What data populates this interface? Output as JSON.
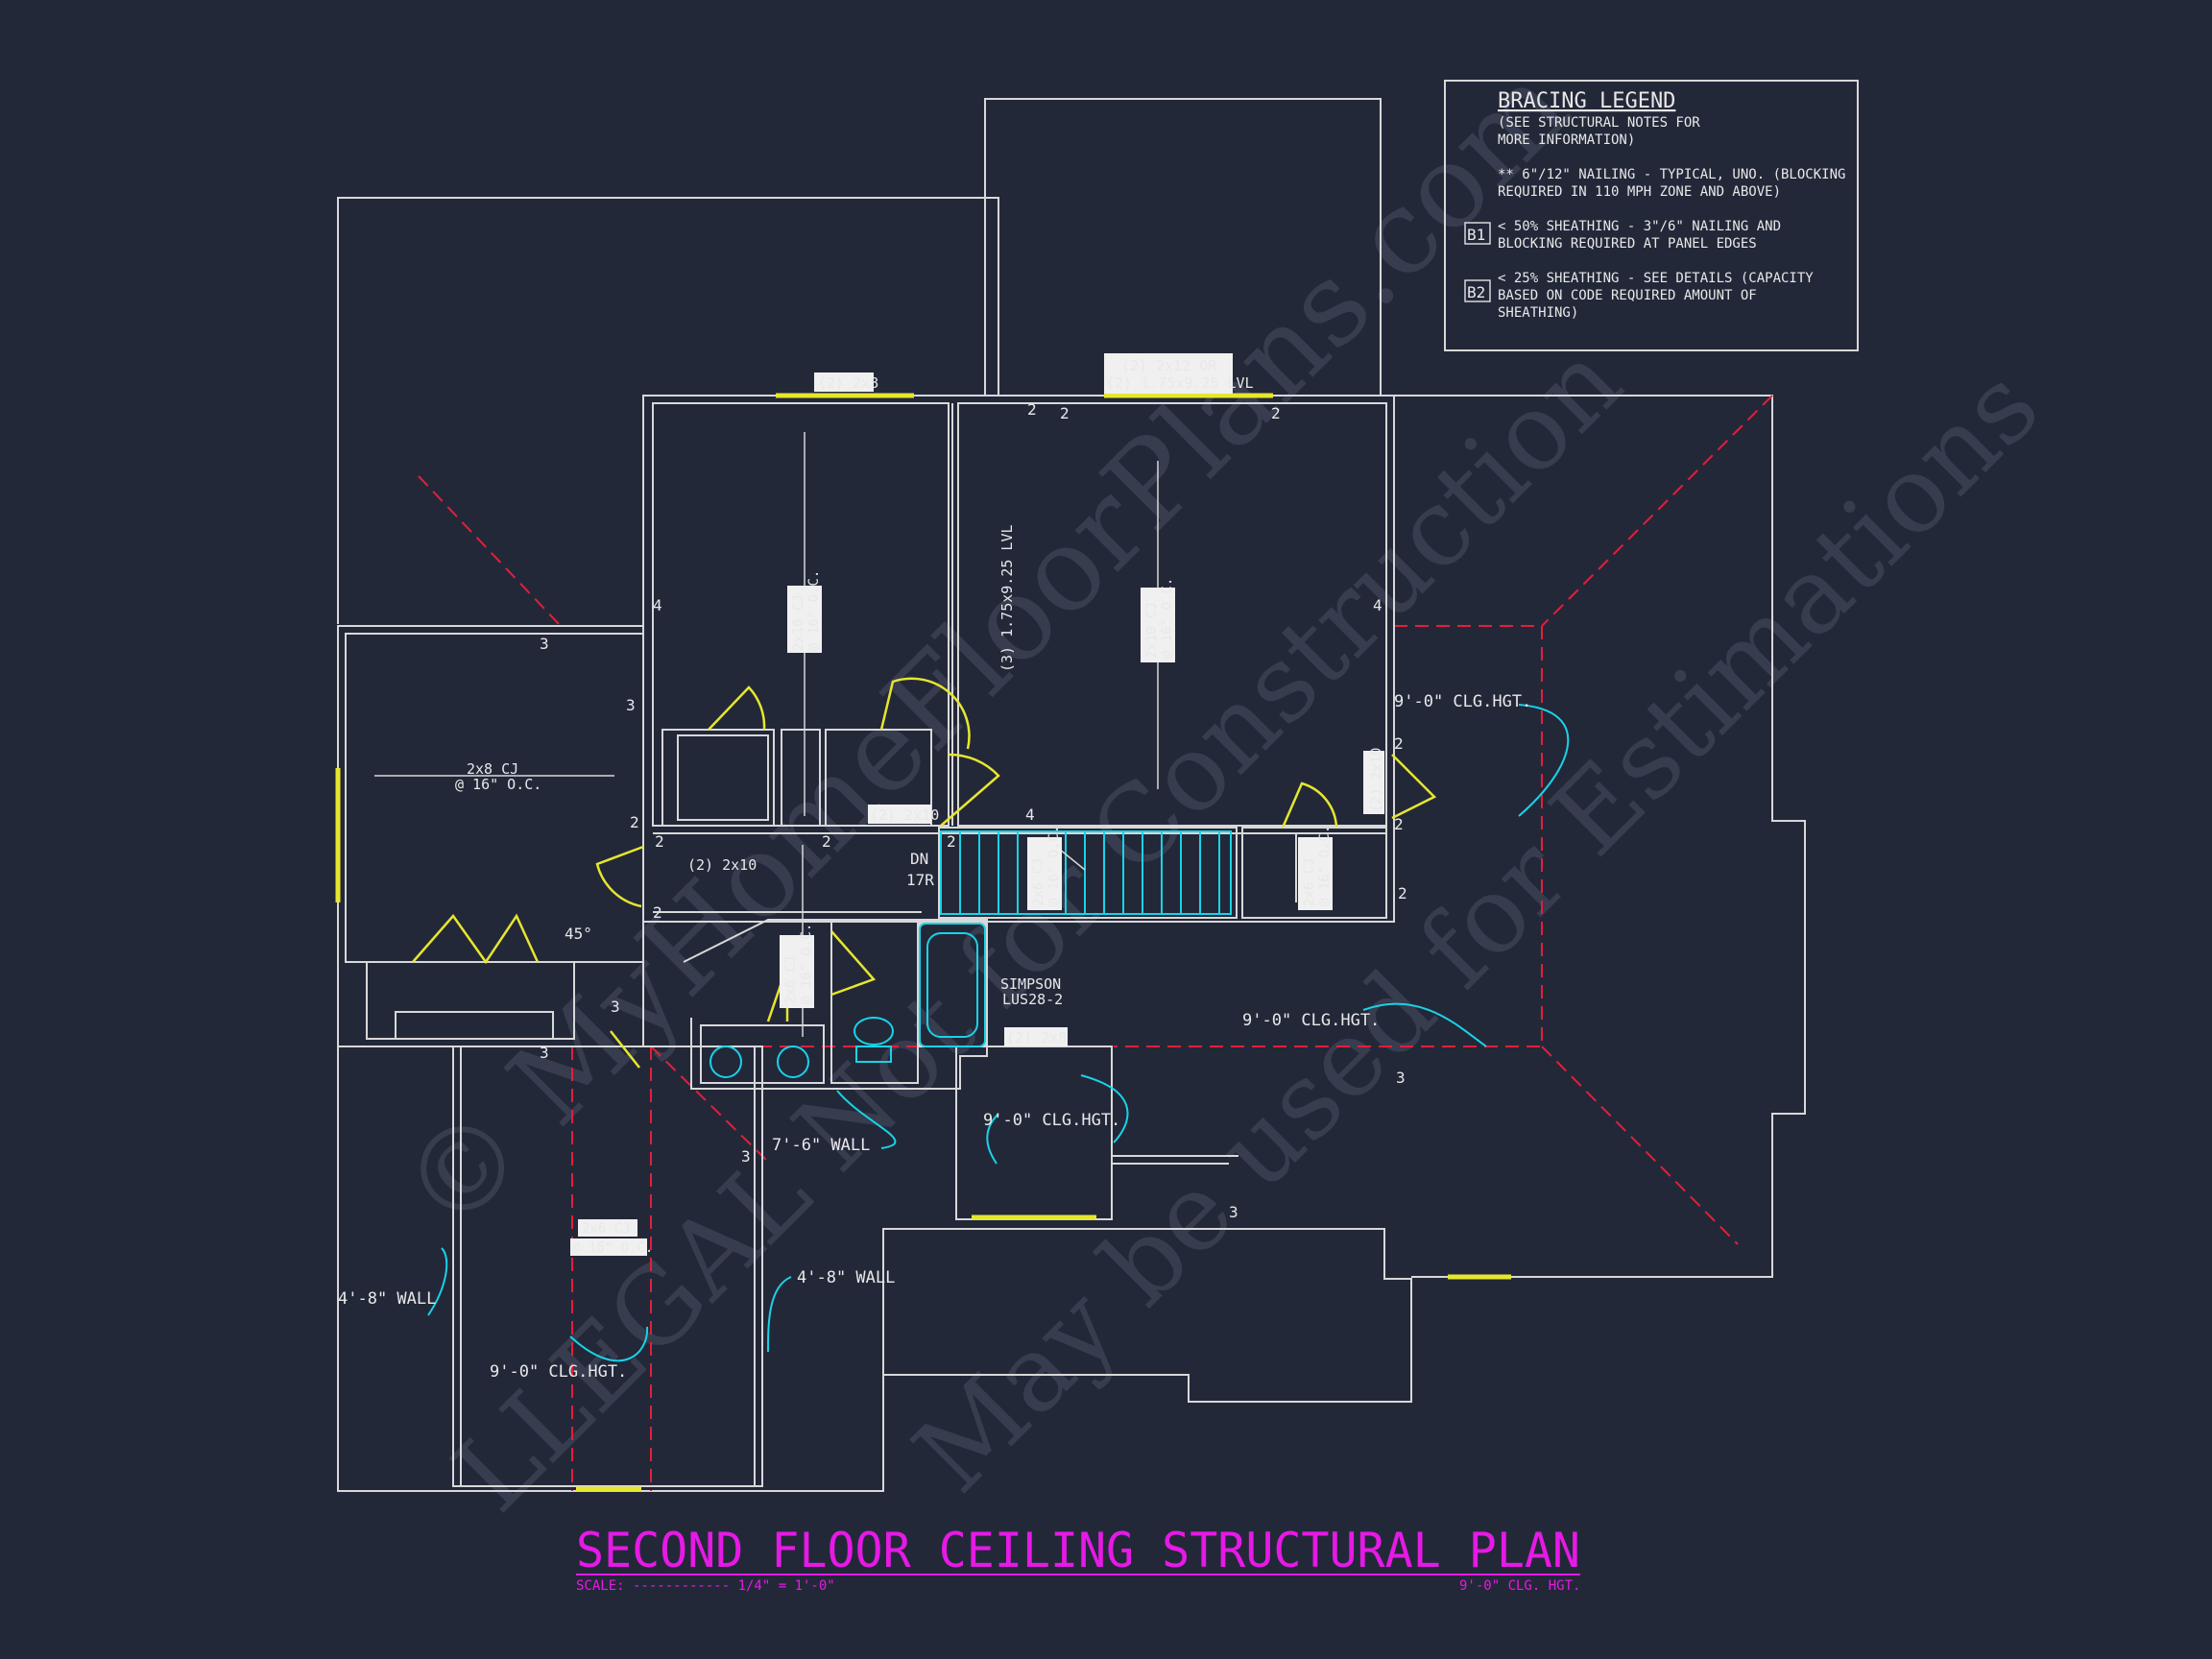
{
  "colors": {
    "background": "#232839",
    "wall": "#d8d8d8",
    "header_yellow": "#e6e62e",
    "hip_red": "#e0203a",
    "callout_cyan": "#19d3e6",
    "title_magenta": "#e619e6",
    "watermark": "#3a3f52"
  },
  "legend": {
    "title": "BRACING LEGEND",
    "note_line1": "(SEE STRUCTURAL NOTES FOR",
    "note_line2": "MORE INFORMATION)",
    "item1_line1": "** 6\"/12\" NAILING - TYPICAL, UNO. (BLOCKING",
    "item1_line2": "REQUIRED IN 110 MPH ZONE AND ABOVE)",
    "b1_tag": "B1",
    "b1_line1": "< 50% SHEATHING - 3\"/6\" NAILING AND",
    "b1_line2": "BLOCKING REQUIRED AT PANEL EDGES",
    "b2_tag": "B2",
    "b2_line1": "< 25% SHEATHING - SEE DETAILS (CAPACITY",
    "b2_line2": "BASED ON CODE REQUIRED AMOUNT OF",
    "b2_line3": "SHEATHING)"
  },
  "labels": {
    "hdr_2x8_top": "(2) 2x8",
    "hdr_2x12_l1": "(2) 2x12 OR",
    "hdr_2x12_l2": "(2) 1.75x9.25 LVL",
    "lvl_beam": "(3) 1.75x9.25 LVL",
    "cj_left_l1": "2x8 CJ",
    "cj_left_l2": "@ 16\" O.C.",
    "cj_2x10_a": "2x10 CJ",
    "cj_2x10_a2": "@ 16\" O.C.",
    "cj_2x10_b": "2x10 CJ",
    "cj_2x10_b2": "@ 16\" O.C.",
    "hdr_2x10_mid": "(2) 2x10",
    "hdr_2x10_hall": "(2) 2x10",
    "hdr_2x10_right": "(2) 2x10",
    "cj_2x6_stair": "2x6 CJ",
    "cj_2x6_stair2": "@ 16\" O.C.",
    "cj_2x6_right": "2x6 CJ",
    "cj_2x6_right2": "@ 16\" O.C.",
    "cj_2x6_bath": "2x6 CJ",
    "cj_2x6_bath2": "@ 16\" O.C.",
    "stair_dn": "DN",
    "stair_tr": "17R",
    "angle": "45°",
    "simpson_l1": "SIMPSON",
    "simpson_l2": "LUS28-2",
    "hdr_2x8_bath": "(2) 2x8",
    "clg_right_top": "9'-0\" CLG.HGT.",
    "clg_right_mid": "9'-0\" CLG.HGT.",
    "clg_mid": "9'-0\" CLG.HGT.",
    "wall_7_6": "7'-6\" WALL",
    "wall_4_8_left": "4'-8\" WALL",
    "wall_4_8_mid": "4'-8\" WALL",
    "cj_2x6_bottom": "2x6 CJ",
    "cj_2x6_bottom2": "@ 16\" O.C.",
    "clg_bottom": "9'-0\" CLG.HGT.",
    "n2": "2",
    "n3": "3",
    "n4": "4"
  },
  "title": {
    "main": "SECOND FLOOR CEILING STRUCTURAL PLAN",
    "scale": "SCALE: ------------ 1/4\" = 1'-0\"",
    "height": "9'-0\" CLG. HGT."
  },
  "watermark": {
    "line1": "© MyHomeFloorPlans.com",
    "line2": "LLEGAL Not for Construction",
    "line3": "May be used for Estimations"
  }
}
